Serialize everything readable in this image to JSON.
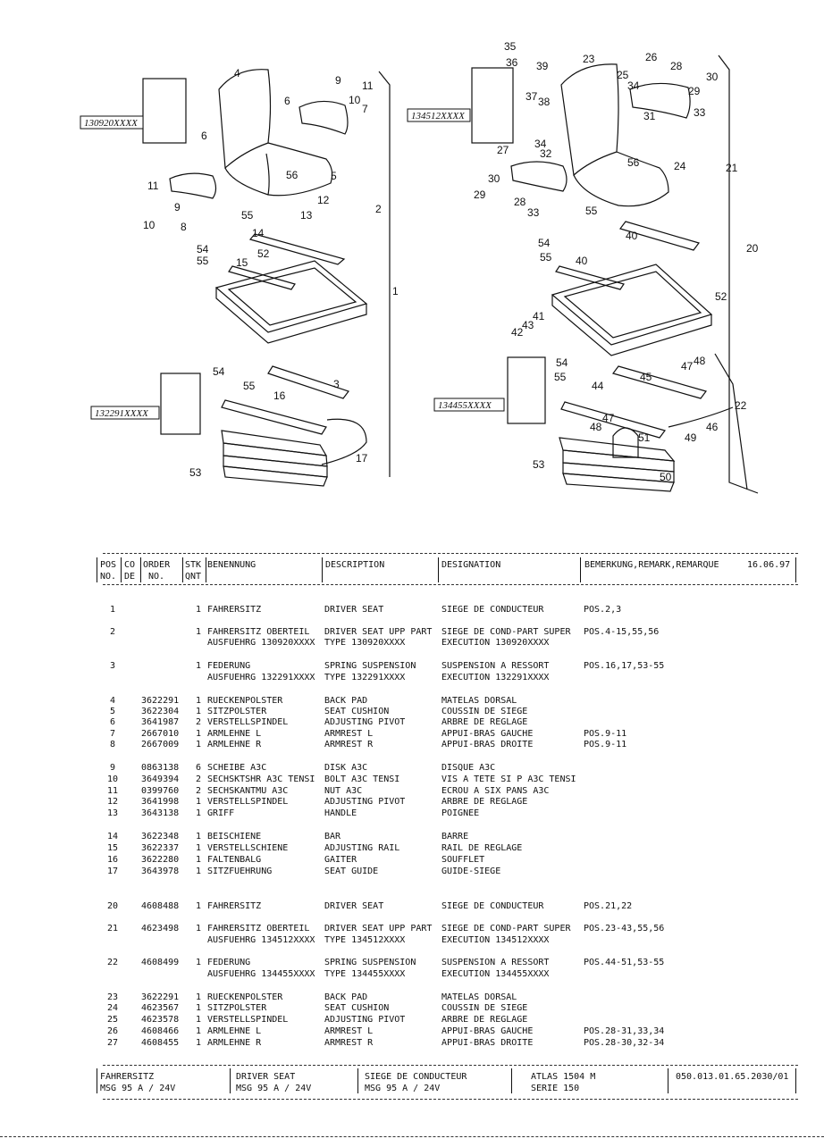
{
  "diagram": {
    "type_labels": [
      "130920XXXX",
      "132291XXXX",
      "134512XXXX",
      "134455XXXX"
    ],
    "callouts": {
      "left": [
        "4",
        "6",
        "9",
        "11",
        "10",
        "7",
        "6",
        "56",
        "5",
        "12",
        "55",
        "13",
        "11",
        "9",
        "10",
        "8",
        "2",
        "14",
        "54",
        "55",
        "52",
        "15",
        "1",
        "54",
        "55",
        "3",
        "16",
        "17",
        "53"
      ],
      "right": [
        "35",
        "36",
        "39",
        "23",
        "26",
        "28",
        "30",
        "37",
        "38",
        "25",
        "34",
        "29",
        "31",
        "33",
        "27",
        "34",
        "32",
        "56",
        "24",
        "21",
        "30",
        "29",
        "28",
        "33",
        "55",
        "40",
        "54",
        "55",
        "40",
        "20",
        "52",
        "41",
        "43",
        "42",
        "54",
        "48",
        "47",
        "55",
        "45",
        "44",
        "22",
        "46",
        "48",
        "47",
        "51",
        "49",
        "53",
        "50"
      ]
    }
  },
  "header": {
    "pos": "POS",
    "no": "NO.",
    "co": "CO",
    "de": "DE",
    "order": "ORDER",
    "order_no": "NO.",
    "stk": "STK",
    "qnt": "QNT",
    "benennung": "BENENNUNG",
    "description": "DESCRIPTION",
    "designation": "DESIGNATION",
    "remarks": "BEMERKUNG,REMARK,REMARQUE",
    "date": "16.06.97"
  },
  "rows": [
    {
      "pos": "1",
      "order": "",
      "qty": "1",
      "ben": "FAHRERSITZ",
      "desc": "DRIVER SEAT",
      "desig": "SIEGE DE CONDUCTEUR",
      "rem": "POS.2,3"
    },
    {
      "pos": "2",
      "order": "",
      "qty": "1",
      "ben": "FAHRERSITZ OBERTEIL",
      "desc": "DRIVER SEAT UPP PART",
      "desig": "SIEGE DE COND-PART SUPER",
      "rem": "POS.4-15,55,56"
    },
    {
      "pos": "",
      "order": "",
      "qty": "",
      "ben": "AUSFUEHRG 130920XXXX",
      "desc": "TYPE 130920XXXX",
      "desig": "EXECUTION 130920XXXX",
      "rem": ""
    },
    {
      "pos": "3",
      "order": "",
      "qty": "1",
      "ben": "FEDERUNG",
      "desc": "SPRING SUSPENSION",
      "desig": "SUSPENSION A RESSORT",
      "rem": "POS.16,17,53-55"
    },
    {
      "pos": "",
      "order": "",
      "qty": "",
      "ben": "AUSFUEHRG 132291XXXX",
      "desc": "TYPE 132291XXXX",
      "desig": "EXECUTION 132291XXXX",
      "rem": ""
    },
    {
      "pos": "4",
      "order": "3622291",
      "qty": "1",
      "ben": "RUECKENPOLSTER",
      "desc": "BACK PAD",
      "desig": "MATELAS DORSAL",
      "rem": ""
    },
    {
      "pos": "5",
      "order": "3622304",
      "qty": "1",
      "ben": "SITZPOLSTER",
      "desc": "SEAT CUSHION",
      "desig": "COUSSIN DE SIEGE",
      "rem": ""
    },
    {
      "pos": "6",
      "order": "3641987",
      "qty": "2",
      "ben": "VERSTELLSPINDEL",
      "desc": "ADJUSTING PIVOT",
      "desig": "ARBRE DE REGLAGE",
      "rem": ""
    },
    {
      "pos": "7",
      "order": "2667010",
      "qty": "1",
      "ben": "ARMLEHNE L",
      "desc": "ARMREST L",
      "desig": "APPUI-BRAS GAUCHE",
      "rem": "POS.9-11"
    },
    {
      "pos": "8",
      "order": "2667009",
      "qty": "1",
      "ben": "ARMLEHNE R",
      "desc": "ARMREST R",
      "desig": "APPUI-BRAS DROITE",
      "rem": "POS.9-11"
    },
    {
      "pos": "9",
      "order": "0863138",
      "qty": "6",
      "ben": "SCHEIBE A3C",
      "desc": "DISK A3C",
      "desig": "DISQUE A3C",
      "rem": ""
    },
    {
      "pos": "10",
      "order": "3649394",
      "qty": "2",
      "ben": "SECHSKTSHR A3C TENSI",
      "desc": "BOLT A3C TENSI",
      "desig": "VIS A TETE SI P A3C TENSI",
      "rem": ""
    },
    {
      "pos": "11",
      "order": "0399760",
      "qty": "2",
      "ben": "SECHSKANTMU A3C",
      "desc": "NUT A3C",
      "desig": "ECROU A SIX PANS A3C",
      "rem": ""
    },
    {
      "pos": "12",
      "order": "3641998",
      "qty": "1",
      "ben": "VERSTELLSPINDEL",
      "desc": "ADJUSTING PIVOT",
      "desig": "ARBRE DE REGLAGE",
      "rem": ""
    },
    {
      "pos": "13",
      "order": "3643138",
      "qty": "1",
      "ben": "GRIFF",
      "desc": "HANDLE",
      "desig": "POIGNEE",
      "rem": ""
    },
    {
      "pos": "14",
      "order": "3622348",
      "qty": "1",
      "ben": "BEISCHIENE",
      "desc": "BAR",
      "desig": "BARRE",
      "rem": ""
    },
    {
      "pos": "15",
      "order": "3622337",
      "qty": "1",
      "ben": "VERSTELLSCHIENE",
      "desc": "ADJUSTING RAIL",
      "desig": "RAIL DE REGLAGE",
      "rem": ""
    },
    {
      "pos": "16",
      "order": "3622280",
      "qty": "1",
      "ben": "FALTENBALG",
      "desc": "GAITER",
      "desig": "SOUFFLET",
      "rem": ""
    },
    {
      "pos": "17",
      "order": "3643978",
      "qty": "1",
      "ben": "SITZFUEHRUNG",
      "desc": "SEAT GUIDE",
      "desig": "GUIDE-SIEGE",
      "rem": ""
    },
    {
      "pos": "20",
      "order": "4608488",
      "qty": "1",
      "ben": "FAHRERSITZ",
      "desc": "DRIVER SEAT",
      "desig": "SIEGE DE CONDUCTEUR",
      "rem": "POS.21,22"
    },
    {
      "pos": "21",
      "order": "4623498",
      "qty": "1",
      "ben": "FAHRERSITZ OBERTEIL",
      "desc": "DRIVER SEAT UPP PART",
      "desig": "SIEGE DE COND-PART SUPER",
      "rem": "POS.23-43,55,56"
    },
    {
      "pos": "",
      "order": "",
      "qty": "",
      "ben": "AUSFUEHRG 134512XXXX",
      "desc": "TYPE 134512XXXX",
      "desig": "EXECUTION 134512XXXX",
      "rem": ""
    },
    {
      "pos": "22",
      "order": "4608499",
      "qty": "1",
      "ben": "FEDERUNG",
      "desc": "SPRING SUSPENSION",
      "desig": "SUSPENSION A RESSORT",
      "rem": "POS.44-51,53-55"
    },
    {
      "pos": "",
      "order": "",
      "qty": "",
      "ben": "AUSFUEHRG 134455XXXX",
      "desc": "TYPE 134455XXXX",
      "desig": "EXECUTION 134455XXXX",
      "rem": ""
    },
    {
      "pos": "23",
      "order": "3622291",
      "qty": "1",
      "ben": "RUECKENPOLSTER",
      "desc": "BACK PAD",
      "desig": "MATELAS DORSAL",
      "rem": ""
    },
    {
      "pos": "24",
      "order": "4623567",
      "qty": "1",
      "ben": "SITZPOLSTER",
      "desc": "SEAT CUSHION",
      "desig": "COUSSIN DE SIEGE",
      "rem": ""
    },
    {
      "pos": "25",
      "order": "4623578",
      "qty": "1",
      "ben": "VERSTELLSPINDEL",
      "desc": "ADJUSTING PIVOT",
      "desig": "ARBRE DE REGLAGE",
      "rem": ""
    },
    {
      "pos": "26",
      "order": "4608466",
      "qty": "1",
      "ben": "ARMLEHNE L",
      "desc": "ARMREST L",
      "desig": "APPUI-BRAS GAUCHE",
      "rem": "POS.28-31,33,34"
    },
    {
      "pos": "27",
      "order": "4608455",
      "qty": "1",
      "ben": "ARMLEHNE R",
      "desc": "ARMREST R",
      "desig": "APPUI-BRAS DROITE",
      "rem": "POS.28-30,32-34"
    }
  ],
  "footer": {
    "de1": "FAHRERSITZ",
    "de2": "MSG 95 A / 24V",
    "en1": "DRIVER SEAT",
    "en2": "MSG 95 A / 24V",
    "fr1": "SIEGE DE CONDUCTEUR",
    "fr2": "MSG 95 A / 24V",
    "model1": "ATLAS 1504 M",
    "model2": "SERIE 150",
    "docno": "050.013.01.65.2030/01"
  }
}
